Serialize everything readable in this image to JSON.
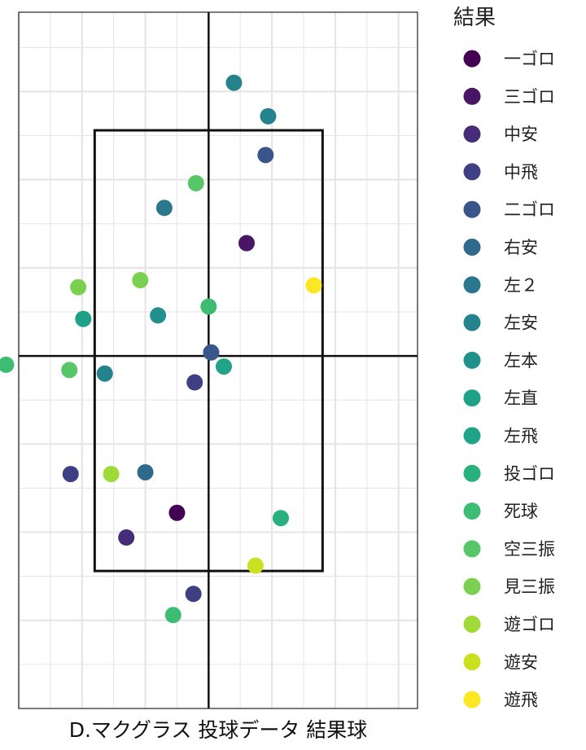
{
  "chart_data": {
    "type": "scatter",
    "title": "",
    "xlabel": "D.マクグラス 投球データ 結果球",
    "ylabel": "",
    "xlim": [
      -1.5,
      1.65
    ],
    "ylim": [
      0.0,
      3.95
    ],
    "grid": true,
    "strike_zone": {
      "x": [
        -0.9,
        0.9
      ],
      "y": [
        0.78,
        3.28
      ]
    },
    "legend": {
      "title": "結果",
      "position": "right",
      "entries": [
        {
          "label": "一ゴロ",
          "color": "#440154"
        },
        {
          "label": "三ゴロ",
          "color": "#481567"
        },
        {
          "label": "中安",
          "color": "#472c7a"
        },
        {
          "label": "中飛",
          "color": "#3f3f83"
        },
        {
          "label": "二ゴロ",
          "color": "#39568c"
        },
        {
          "label": "右安",
          "color": "#2f6a8d"
        },
        {
          "label": "左２",
          "color": "#2a788e"
        },
        {
          "label": "左安",
          "color": "#25838e"
        },
        {
          "label": "左本",
          "color": "#21918c"
        },
        {
          "label": "左直",
          "color": "#1fa187"
        },
        {
          "label": "左飛",
          "color": "#20a386"
        },
        {
          "label": "投ゴロ",
          "color": "#2ab07f"
        },
        {
          "label": "死球",
          "color": "#3dbc74"
        },
        {
          "label": "空三振",
          "color": "#56c667"
        },
        {
          "label": "見三振",
          "color": "#7ad151"
        },
        {
          "label": "遊ゴロ",
          "color": "#a0da39"
        },
        {
          "label": "遊安",
          "color": "#cae11f"
        },
        {
          "label": "遊飛",
          "color": "#fde725"
        }
      ]
    },
    "points": [
      {
        "x": 0.2,
        "y": 3.55,
        "result": "左安"
      },
      {
        "x": -0.99,
        "y": 2.21,
        "result": "左直"
      },
      {
        "x": -1.6,
        "y": 1.95,
        "result": "死球"
      },
      {
        "x": -0.25,
        "y": 1.11,
        "result": "一ゴロ"
      },
      {
        "x": -0.1,
        "y": 2.98,
        "result": "空三振"
      },
      {
        "x": 0.83,
        "y": 2.4,
        "result": "遊飛"
      },
      {
        "x": -0.5,
        "y": 1.34,
        "result": "右安"
      },
      {
        "x": 0.3,
        "y": 2.64,
        "result": "三ゴロ"
      },
      {
        "x": -0.65,
        "y": 0.97,
        "result": "中安"
      },
      {
        "x": 0.45,
        "y": 3.14,
        "result": "二ゴロ"
      },
      {
        "x": -0.35,
        "y": 2.84,
        "result": "左２"
      },
      {
        "x": -0.82,
        "y": 1.9,
        "result": "左安"
      },
      {
        "x": -0.4,
        "y": 2.23,
        "result": "左本"
      },
      {
        "x": -0.77,
        "y": 1.33,
        "result": "遊ゴロ"
      },
      {
        "x": -1.09,
        "y": 1.33,
        "result": "中飛"
      },
      {
        "x": -0.54,
        "y": 2.43,
        "result": "見三振"
      },
      {
        "x": 0.12,
        "y": 1.94,
        "result": "左飛"
      },
      {
        "x": -0.11,
        "y": 1.85,
        "result": "中飛"
      },
      {
        "x": 0.57,
        "y": 1.08,
        "result": "投ゴロ"
      },
      {
        "x": 0.37,
        "y": 0.81,
        "result": "遊安"
      },
      {
        "x": -1.1,
        "y": 1.92,
        "result": "空三振"
      },
      {
        "x": -0.28,
        "y": 0.53,
        "result": "死球"
      },
      {
        "x": -0.12,
        "y": 0.65,
        "result": "中飛"
      },
      {
        "x": 0.47,
        "y": 3.36,
        "result": "左安"
      },
      {
        "x": 0.0,
        "y": 2.28,
        "result": "死球"
      },
      {
        "x": -1.03,
        "y": 2.39,
        "result": "見三振"
      },
      {
        "x": 0.02,
        "y": 2.02,
        "result": "二ゴロ"
      }
    ]
  }
}
